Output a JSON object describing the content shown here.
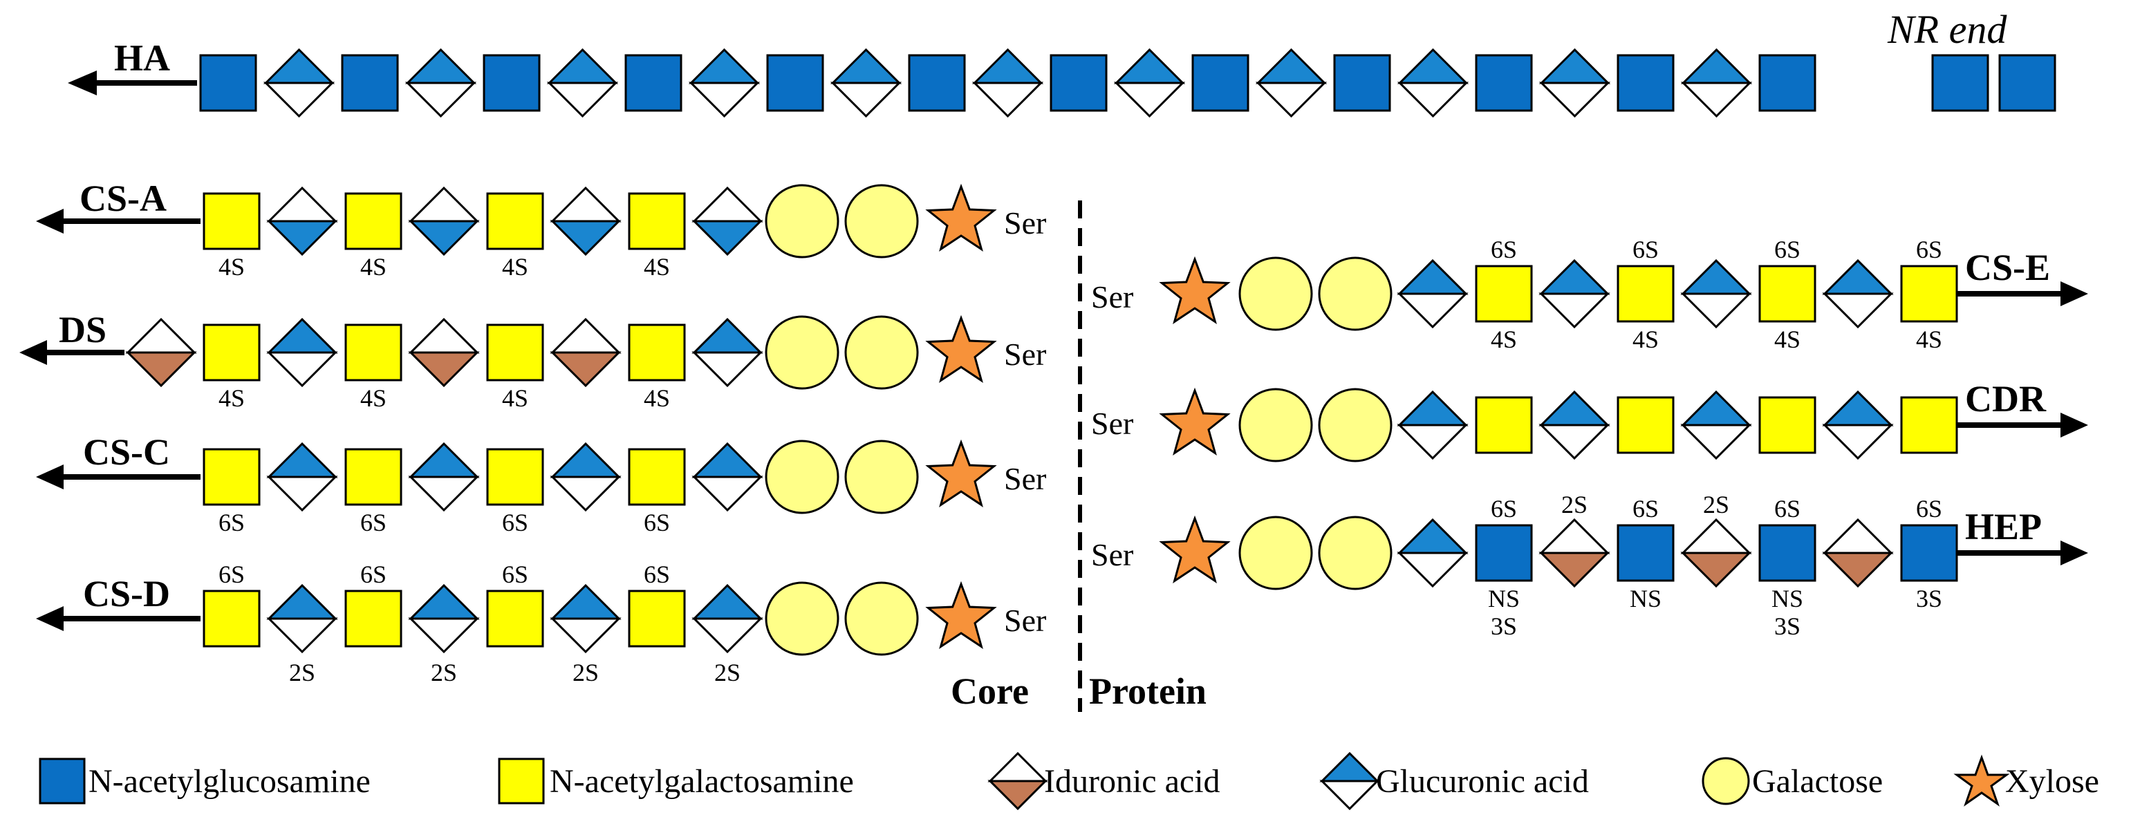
{
  "colors": {
    "glcnac": "#0a6fc4",
    "galnac": "#ffff00",
    "glca": "#1a86d0",
    "idoa": "#c47a55",
    "galactose": "#ffff88",
    "xylose": "#f7923a"
  },
  "ha": {
    "label": "HA",
    "nr_end": "NR end"
  },
  "chains": {
    "cs_a": {
      "label": "CS-A",
      "sulfate": "4S"
    },
    "ds": {
      "label": "DS",
      "sulfate": "4S"
    },
    "cs_c": {
      "label": "CS-C",
      "sulfate": "6S"
    },
    "cs_d": {
      "label": "CS-D",
      "top": "6S",
      "bottom": "2S"
    },
    "cs_e": {
      "label": "CS-E",
      "top": "6S",
      "bottom": "4S"
    },
    "cdr": {
      "label": "CDR"
    },
    "hep": {
      "label": "HEP",
      "top": "6S",
      "iduronic_top": "2S",
      "ns": "NS",
      "s3": "3S"
    }
  },
  "ser": "Ser",
  "core": "Core",
  "protein": "Protein",
  "legend": {
    "glcnac": "N-acetylglucosamine",
    "galnac": "N-acetylgalactosamine",
    "idoa": "Iduronic acid",
    "glca": "Glucuronic acid",
    "galactose": "Galactose",
    "xylose": "Xylose"
  }
}
